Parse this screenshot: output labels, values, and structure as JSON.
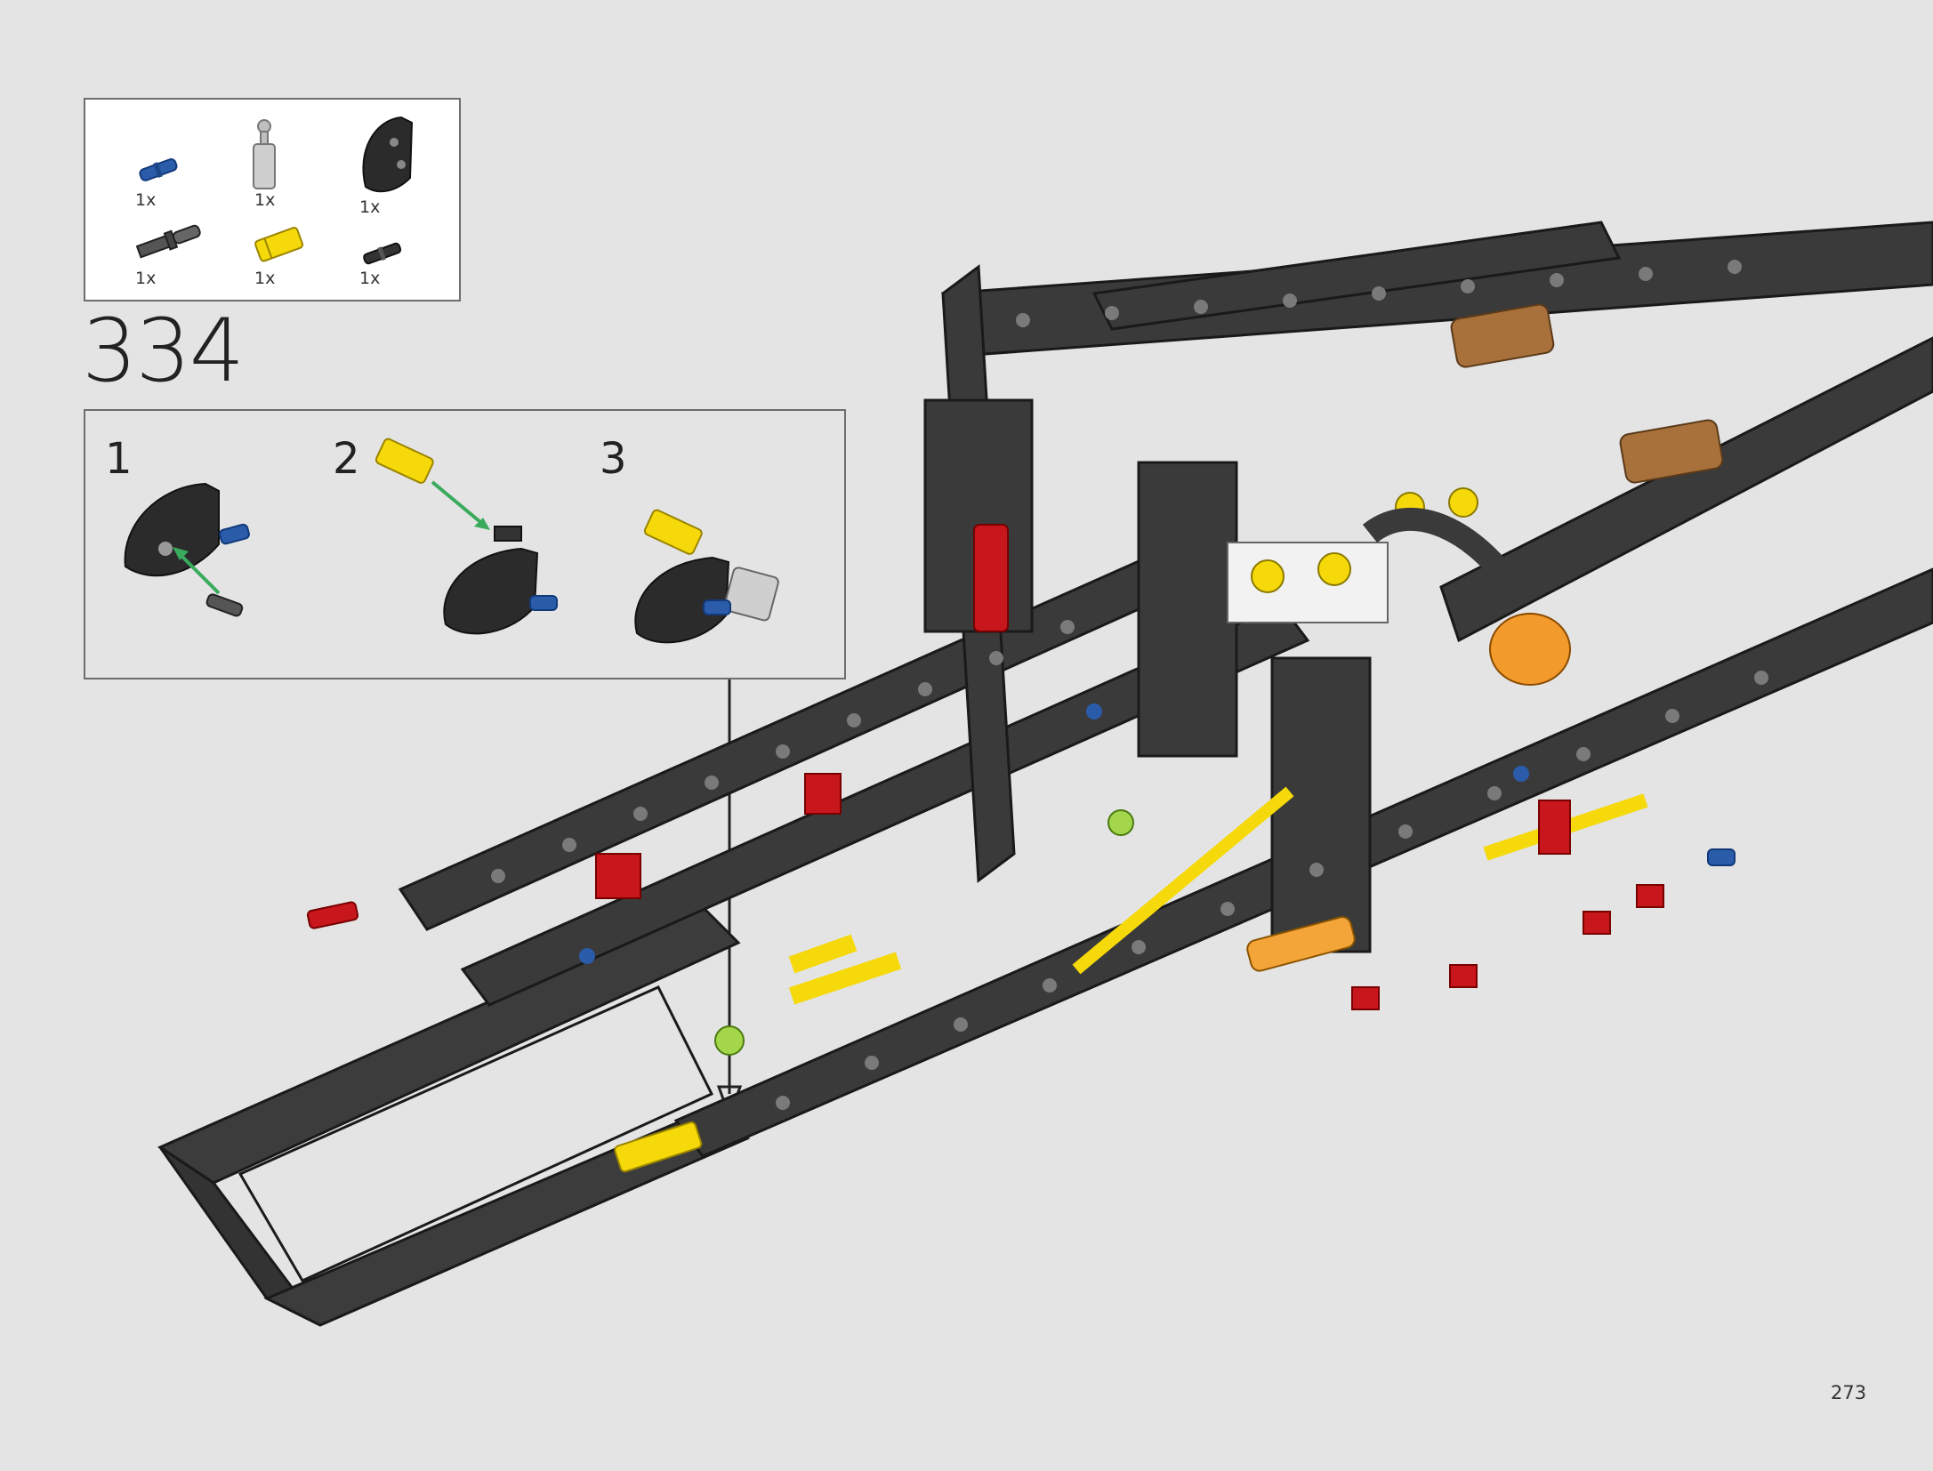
{
  "step": {
    "number": "334"
  },
  "parts": [
    {
      "qty": "1x",
      "icon": "blue-pin-icon"
    },
    {
      "qty": "1x",
      "icon": "gray-ball-joint-icon"
    },
    {
      "qty": "1x",
      "icon": "black-curved-panel-icon"
    },
    {
      "qty": "1x",
      "icon": "dark-gray-axle-pin-icon"
    },
    {
      "qty": "1x",
      "icon": "yellow-axle-connector-icon"
    },
    {
      "qty": "1x",
      "icon": "black-pin-icon"
    }
  ],
  "substeps": [
    {
      "number": "1"
    },
    {
      "number": "2"
    },
    {
      "number": "3"
    }
  ],
  "page": {
    "number": "273"
  },
  "colors": {
    "background": "#e4e4e4",
    "frame": "#4a4a4a",
    "blue": "#2a5caa",
    "yellow": "#f5d90a",
    "red": "#c8161d",
    "arrow": "#3aaa5c"
  }
}
